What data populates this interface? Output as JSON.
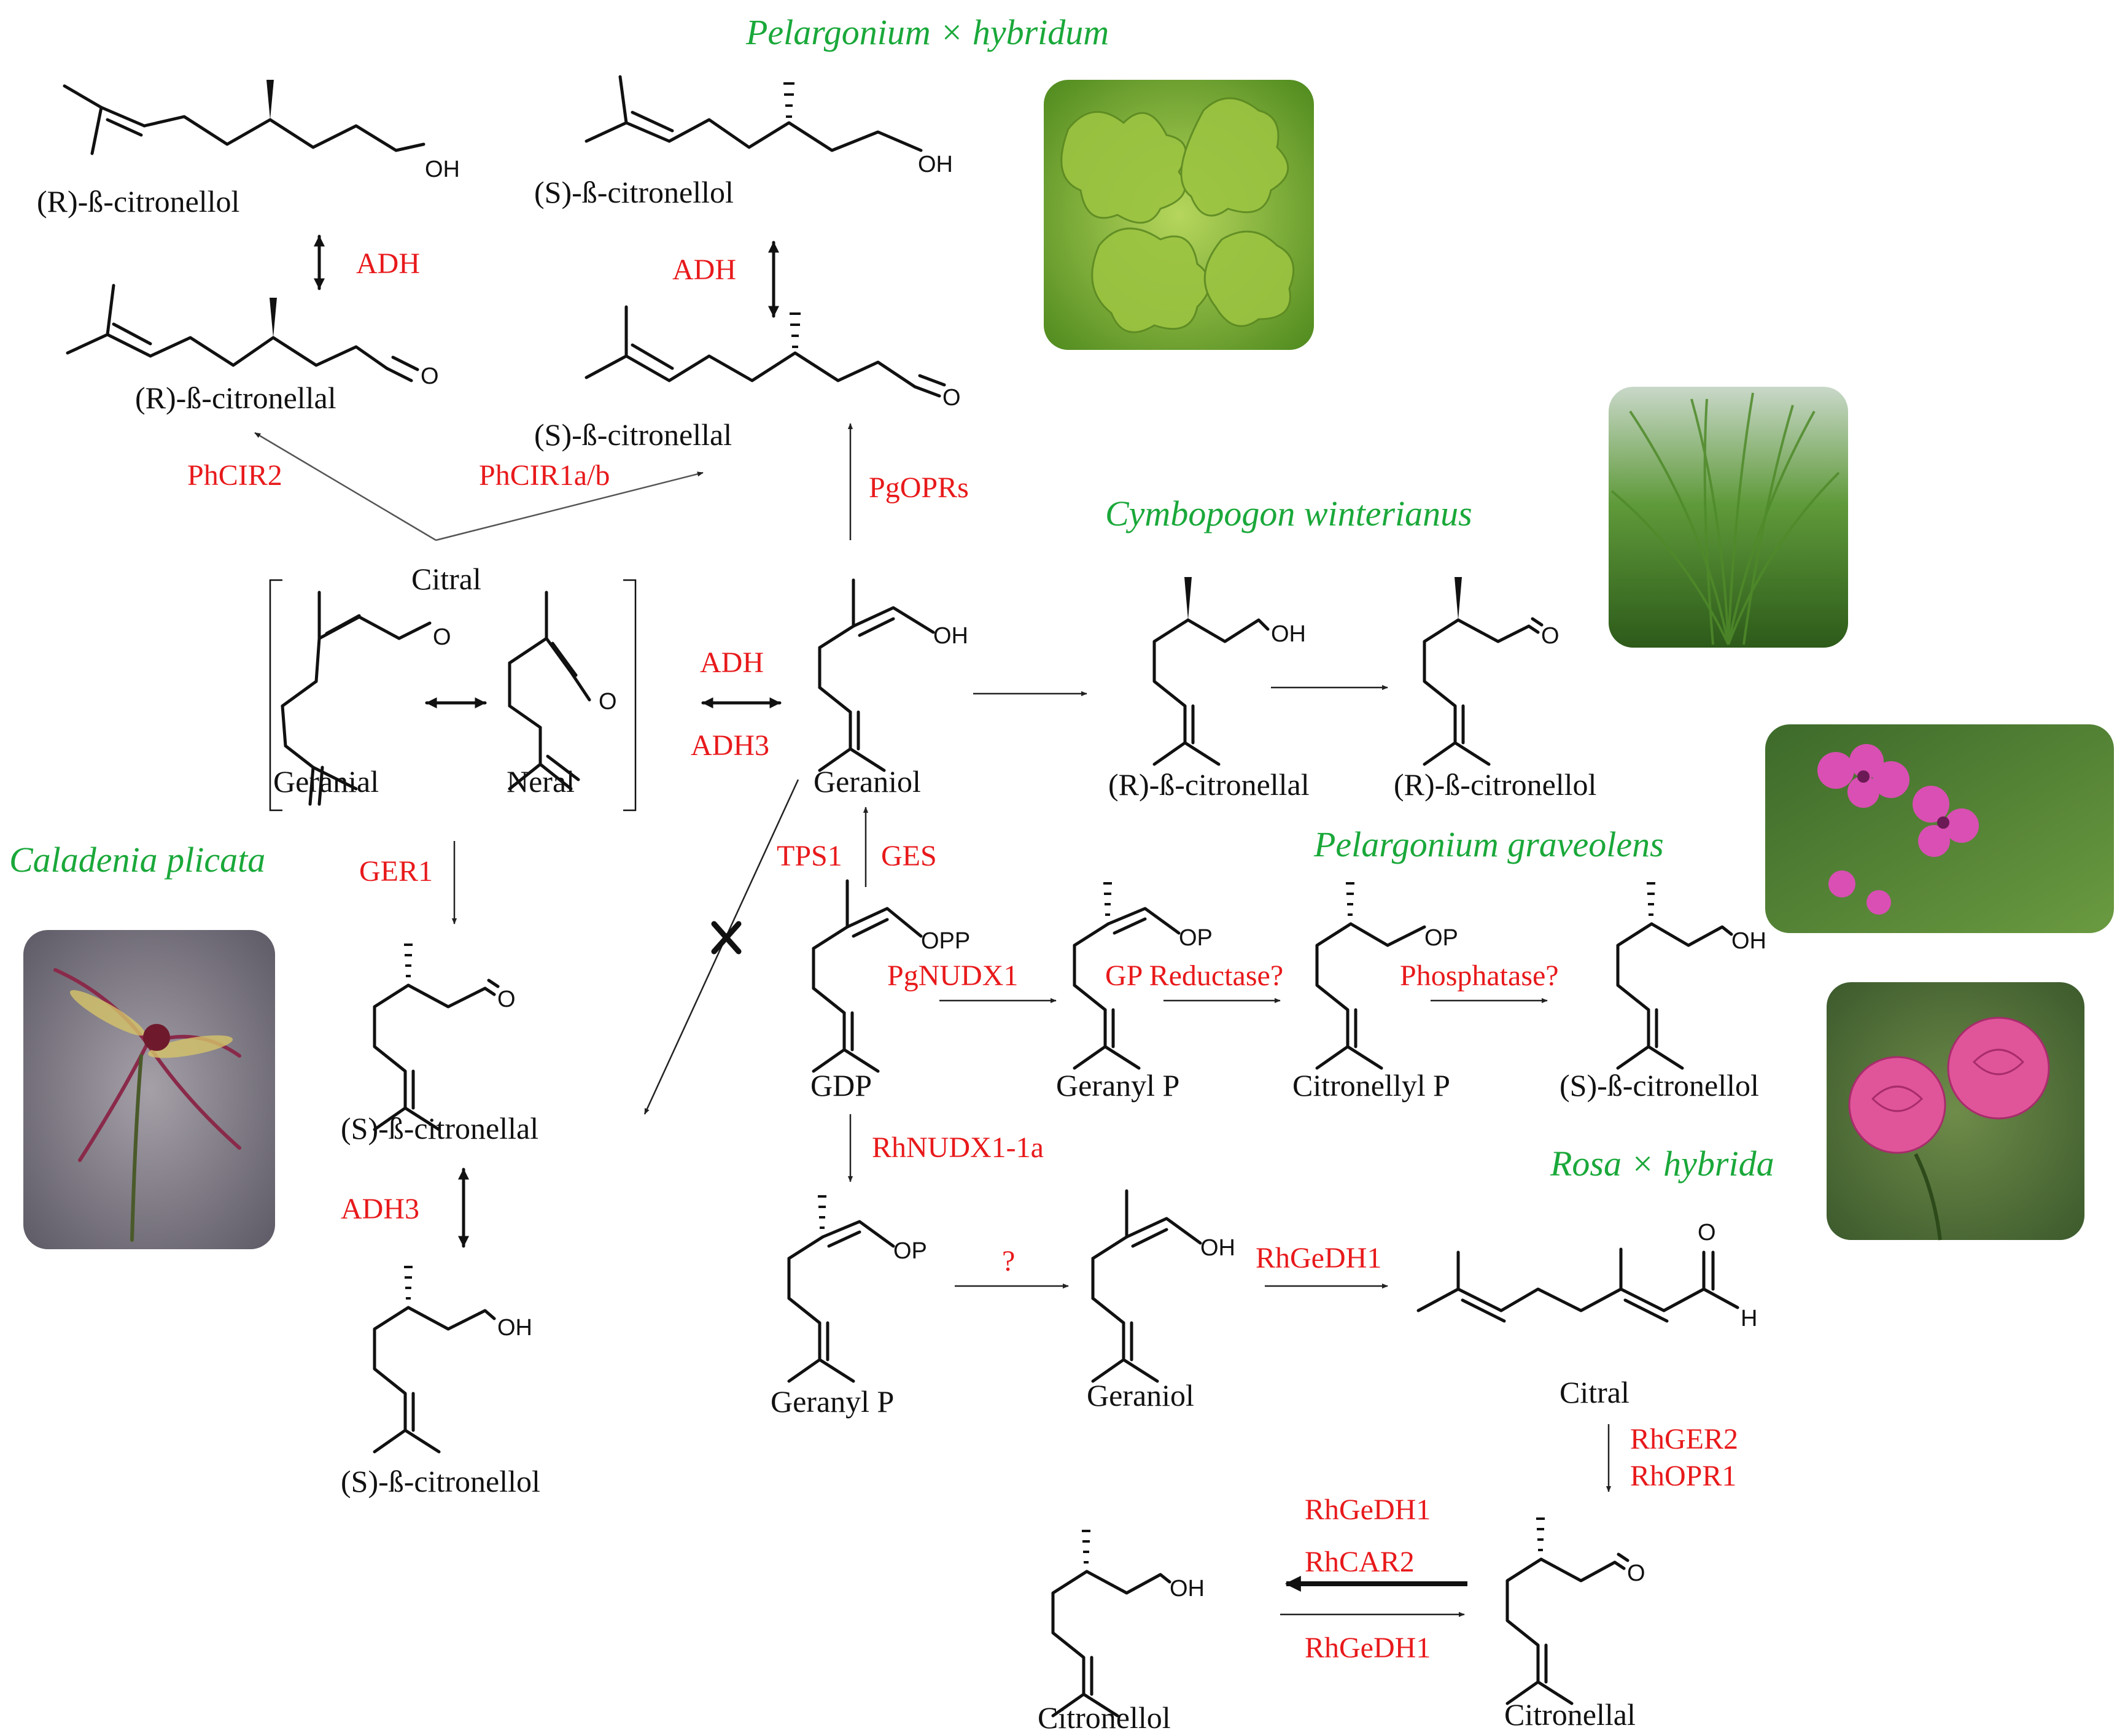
{
  "species": {
    "pelargonium_hybridum": "Pelargonium × hybridum",
    "cymbopogon": "Cymbopogon  winterianus",
    "caladenia": "Caladenia plicata",
    "pelargonium_graveolens": "Pelargonium graveolens",
    "rosa": "Rosa × hybrida"
  },
  "compounds": {
    "r_citronellol_top": "(R)-ß-citronellol",
    "s_citronellol_top": "(S)-ß-citronellol",
    "r_citronellal_top": "(R)-ß-citronellal",
    "s_citronellal_top": "(S)-ß-citronellal",
    "citral_bracket": "Citral",
    "geranial": "Geranial",
    "neral": "Neral",
    "geraniol_center": "Geraniol",
    "r_citronellal_cymbo": "(R)-ß-citronellal",
    "r_citronellol_cymbo": "(R)-ß-citronellol",
    "gdp": "GDP",
    "geranyl_p_1": "Geranyl  P",
    "citronellyl_p": "Citronellyl  P",
    "s_citronellol_grav": "(S)-ß-citronellol",
    "s_citronellal_cala": "(S)-ß-citronellal",
    "s_citronellol_cala": "(S)-ß-citronellol",
    "geranyl_p_2": "Geranyl  P",
    "geraniol_rosa": "Geraniol",
    "citral_rosa": "Citral",
    "citronellol_rosa": "Citronellol",
    "citronellal_rosa": "Citronellal"
  },
  "enzymes": {
    "adh_left": "ADH",
    "adh_mid": "ADH",
    "phcir2": "PhCIR2",
    "phcir1": "PhCIR1a/b",
    "pgoprs": "PgOPRs",
    "adh_citral": "ADH",
    "adh3_citral": "ADH3",
    "ger1": "GER1",
    "tps1": "TPS1",
    "ges": "GES",
    "pgnudx1": "PgNUDX1",
    "gp_reductase": "GP Reductase?",
    "phosphatase": "Phosphatase?",
    "rhnudx1": "RhNUDX1-1a",
    "adh3_cala": "ADH3",
    "question": "?",
    "rhgedh1_a": "RhGeDH1",
    "rhger2": "RhGER2",
    "rhopr1": "RhOPR1",
    "rhgedh1_b": "RhGeDH1",
    "rhcar2": "RhCAR2",
    "rhgedh1_c": "RhGeDH1"
  },
  "atoms": {
    "oh": "OH",
    "o": "O",
    "opp": "OPP",
    "op": "OP",
    "h": "H"
  },
  "colors": {
    "enzyme": "#e8191b",
    "species": "#1aa83a"
  }
}
